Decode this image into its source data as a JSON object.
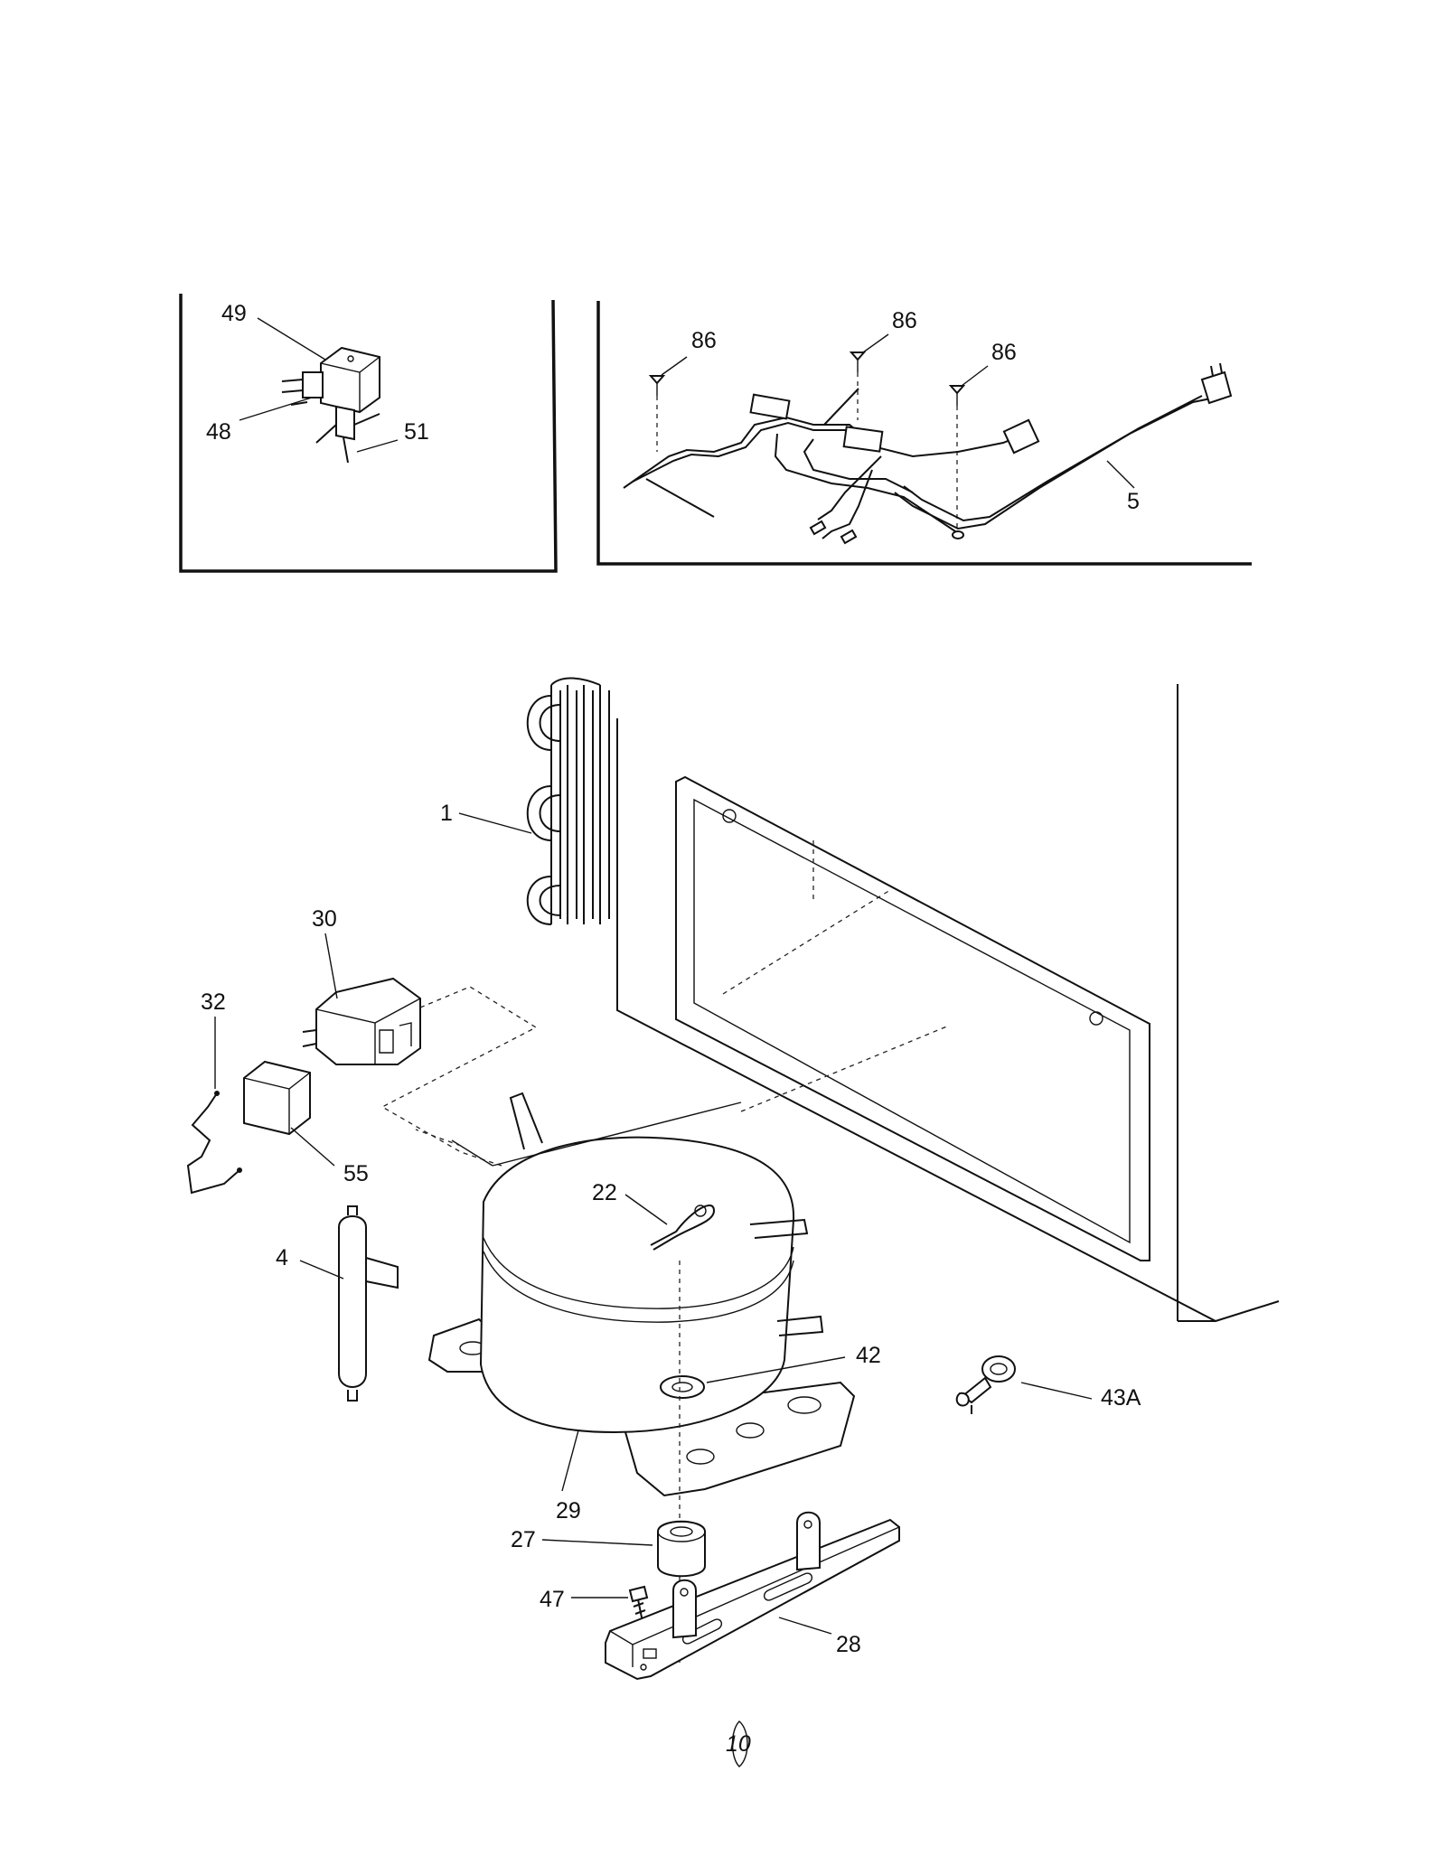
{
  "callouts": {
    "c49": "49",
    "c48": "48",
    "c51": "51",
    "c86a": "86",
    "c86b": "86",
    "c86c": "86",
    "c5": "5",
    "c1": "1",
    "c30": "30",
    "c32": "32",
    "c55": "55",
    "c22": "22",
    "c4": "4",
    "c42": "42",
    "c43A": "43A",
    "c29": "29",
    "c27": "27",
    "c47": "47",
    "c28": "28"
  },
  "page_mark": "10"
}
